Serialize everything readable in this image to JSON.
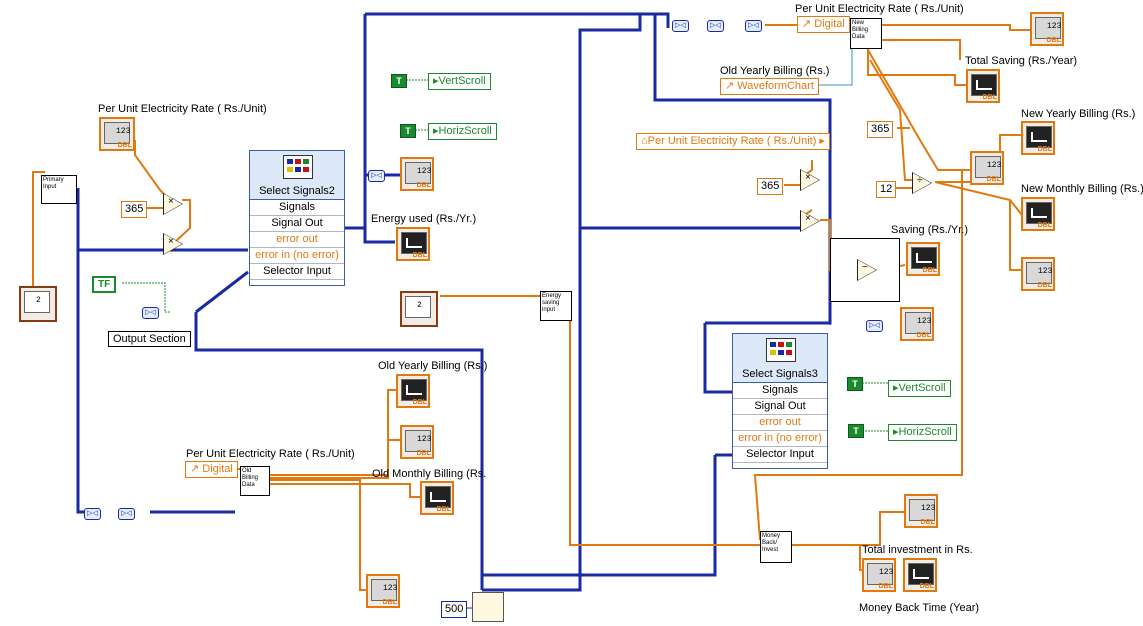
{
  "labels": {
    "per_unit_rate_left": "Per Unit Electricity  Rate ( Rs./Unit)",
    "per_unit_rate_top": "Per Unit Electricity  Rate ( Rs./Unit)",
    "per_unit_rate_bottom": "Per Unit Electricity  Rate ( Rs./Unit)",
    "energy_used": "Energy used (Rs./Yr.)",
    "old_yearly_billing_top": "Old Yearly Billing (Rs.)",
    "old_yearly_billing_bottom": "Old Yearly Billing (Rs.)",
    "old_monthly_billing": "Old Monthly Billing (Rs.",
    "total_saving": "Total Saving (Rs./Year)",
    "new_yearly_billing": "New Yearly Billing (Rs.)",
    "new_monthly_billing": "New Monthly Billing (Rs.)",
    "saving": "Saving (Rs./Yr.)",
    "total_investment": "Total investment in Rs.",
    "money_back_time": "Money Back Time (Year)",
    "output_section": "Output Section"
  },
  "property_nodes": {
    "digital_top": "Digital",
    "waveform_chart": "WaveformChart",
    "per_unit_rate_prop": "Per Unit Electricity  Rate ( Rs./Unit)",
    "digital_bottom": "Digital",
    "vert_scroll_1": "VertScroll",
    "horiz_scroll_1": "HorizScroll",
    "vert_scroll_2": "VertScroll",
    "horiz_scroll_2": "HorizScroll"
  },
  "constants": {
    "c365_left": "365",
    "c365_mid": "365",
    "c365_right": "365",
    "c12": "12",
    "c500": "500",
    "tf": "TF"
  },
  "selectors": {
    "select2": {
      "title": "Select Signals2",
      "rows": [
        "Signals",
        "Signal Out",
        "error out",
        "error in (no error)",
        "Selector Input"
      ]
    },
    "select3": {
      "title": "Select Signals3",
      "rows": [
        "Signals",
        "Signal Out",
        "error out",
        "error in (no error)",
        "Selector Input"
      ]
    }
  },
  "subvis": {
    "primary_input": "Primary Input",
    "new_billing_data": "New Billing Data",
    "old_billing_data": "Old Billing Data",
    "energy_saving_input": "Energy saving input",
    "money_back_invest": "Money Back/ Invest"
  },
  "terminals": {
    "numeric_label": "123",
    "dbl_label": "DBL",
    "loop_count": "2"
  },
  "colors": {
    "orange_wire": "#e07a10",
    "blue_wire": "#1a2aa0",
    "green_wire": "#1b8a2e",
    "teal_wire": "#3a9ab0"
  }
}
